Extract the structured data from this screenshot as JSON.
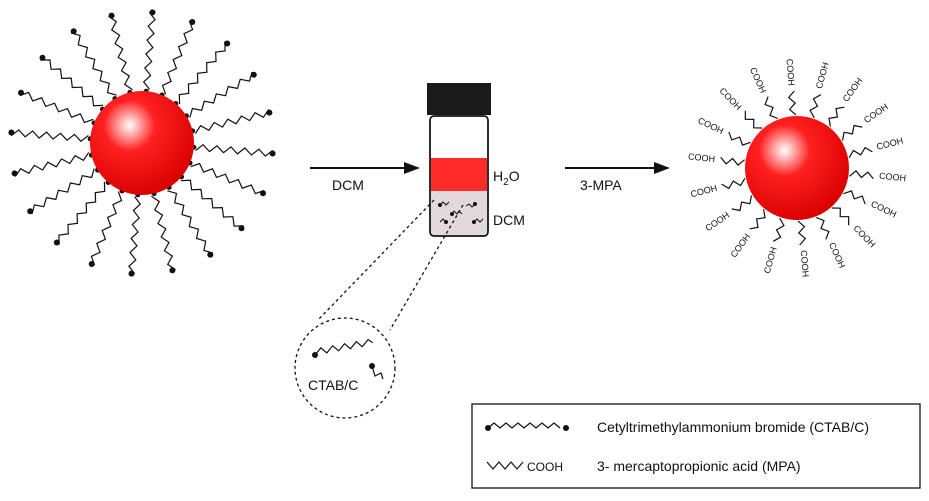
{
  "arrows": {
    "step1_label": "DCM",
    "step2_label": "3-MPA"
  },
  "vial": {
    "upper_label": "H",
    "upper_label_sub": "2",
    "upper_label_tail": "O",
    "lower_label": "DCM"
  },
  "zoom": {
    "label": "CTAB/C"
  },
  "ligand_label": "COOH",
  "legend": {
    "ctab_text": "Cetyltrimethylammonium bromide (CTAB/C)",
    "mpa_cooh": "COOH",
    "mpa_text": "3- mercaptopropionic acid (MPA)"
  },
  "colors": {
    "particle": "#ff1a1a",
    "water_layer": "#ff2a2a",
    "dcm_layer": "#e3d9dc",
    "cap": "#1a1a1a",
    "ink": "#111111"
  }
}
